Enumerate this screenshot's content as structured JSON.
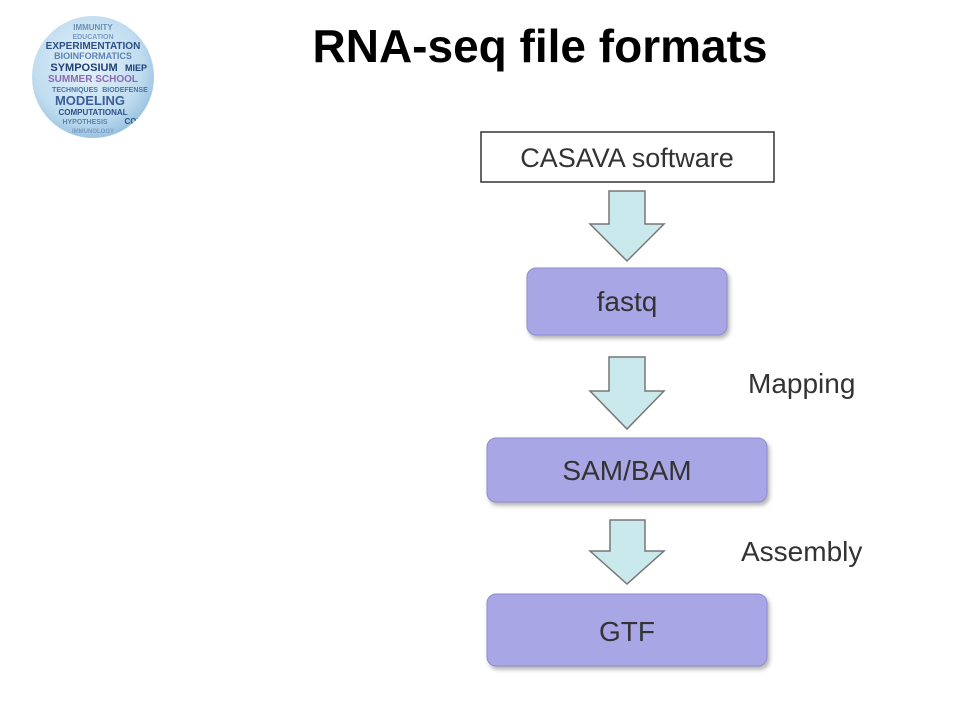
{
  "slide": {
    "title": "RNA-seq file formats"
  },
  "logo": {
    "words": [
      "IMMUNITY",
      "EDUCATION",
      "EXPERIMENTATION",
      "BIOINFORMATICS",
      "SYMPOSIUM",
      "MIEP",
      "SUMMER SCHOOL",
      "TECHNIQUES",
      "BIODEFENSE",
      "MODELING",
      "COMPUTATIONAL",
      "HYPOTHESIS",
      "IMMUNOLOGY",
      "CORE"
    ]
  },
  "flowchart": {
    "steps": [
      {
        "label": "CASAVA software",
        "style": "plain"
      },
      {
        "label": "fastq",
        "style": "rounded"
      },
      {
        "label": "SAM/BAM",
        "style": "rounded"
      },
      {
        "label": "GTF",
        "style": "rounded"
      }
    ],
    "transitions": [
      {
        "label": ""
      },
      {
        "label": "Mapping"
      },
      {
        "label": "Assembly"
      }
    ]
  },
  "colors": {
    "step_fill": "#a9a6e6",
    "arrow_fill": "#c9e9ec",
    "arrow_stroke": "#777777",
    "text": "#333333"
  }
}
